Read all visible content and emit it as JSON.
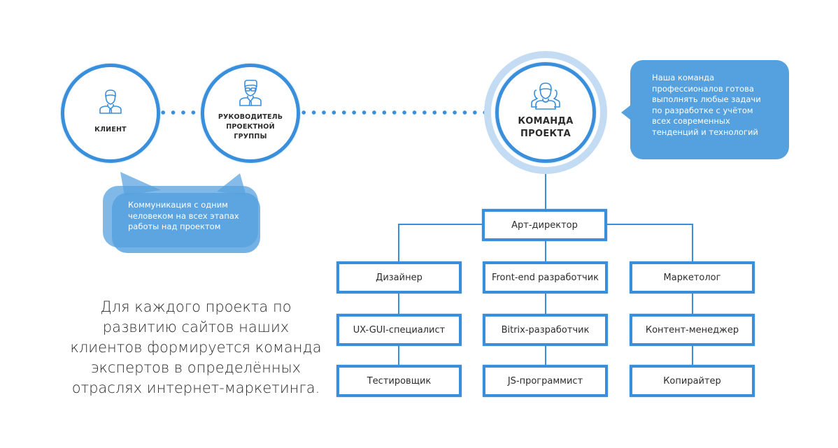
{
  "colors": {
    "accent": "#3a8fdc",
    "bubble": "#55a1df",
    "ring_light": "#c3dcf3",
    "text": "#2b2b2b"
  },
  "circles": {
    "client": {
      "label": "КЛИЕНТ",
      "icon": "person-tie-icon"
    },
    "manager": {
      "label": "РУКОВОДИТЕЛЬ\nПРОЕКТНОЙ\nГРУППЫ",
      "icon": "person-glasses-icon"
    },
    "team": {
      "label": "КОМАНДА\nПРОЕКТА",
      "icon": "group-icon"
    }
  },
  "bubbles": {
    "communication": "Коммуникация с одним\nчеловеком на всех этапах\nработы над проектом",
    "team": "Наша команда\nпрофессионалов готова\nвыполнять любые задачи\nпо разработке с учётом\nвсех современных\nтенденций и технологий"
  },
  "intro_text": "Для каждого проекта по\nразвитию сайтов наших\nклиентов формируется команда\nэкспертов в определённых\nотраслях интернет-маркетинга.",
  "org_chart": {
    "root": "Арт-директор",
    "columns": [
      {
        "items": [
          "Дизайнер",
          "UX-GUI-специалист",
          "Тестировщик"
        ]
      },
      {
        "items": [
          "Front-end разработчик",
          "Bitrix-разработчик",
          "JS-программист"
        ]
      },
      {
        "items": [
          "Маркетолог",
          "Контент-менеджер",
          "Копирайтер"
        ]
      }
    ]
  }
}
